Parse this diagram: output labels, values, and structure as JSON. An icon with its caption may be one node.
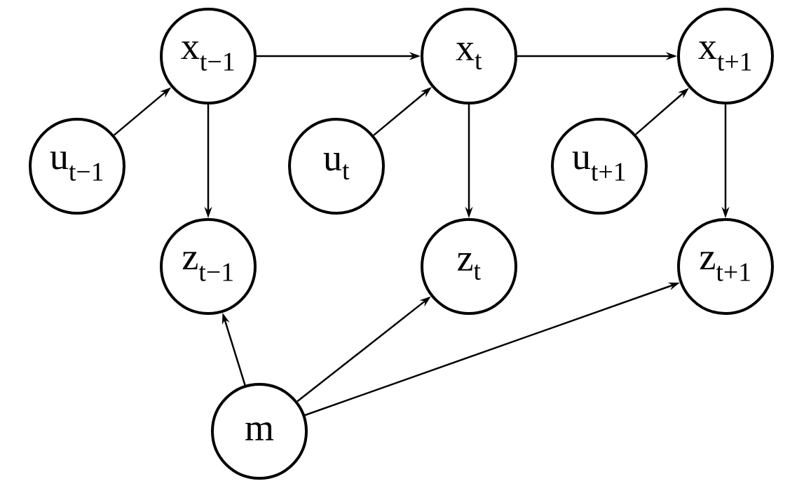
{
  "diagram": {
    "nodes": [
      {
        "text": [
          "x$_{t−1}$"
        ]
      },
      {
        "text": [
          "x$_{t}$"
        ]
      },
      {
        "text": [
          "x$_{t+1}$"
        ]
      },
      {
        "text": [
          "u$_{t−1}$"
        ]
      },
      {
        "text": [
          "u$_{t}$"
        ]
      },
      {
        "text": [
          "u$_{t+1}$"
        ]
      },
      {
        "text": [
          "z$_{t−1}$"
        ]
      },
      {
        "text": [
          "z$_{t}$"
        ]
      },
      {
        "text": [
          "z$_{t+1}$"
        ]
      },
      {
        "text": [
          "m"
        ]
      }
    ],
    "edges": [
      {
        "from": 0,
        "to": 1,
        "arrow": "to"
      },
      {
        "from": 1,
        "to": 2,
        "arrow": "to"
      },
      {
        "from": 3,
        "to": 0,
        "arrow": "to"
      },
      {
        "from": 4,
        "to": 1,
        "arrow": "to"
      },
      {
        "from": 5,
        "to": 2,
        "arrow": "to"
      },
      {
        "from": 0,
        "to": 6,
        "arrow": "to"
      },
      {
        "from": 1,
        "to": 7,
        "arrow": "to"
      },
      {
        "from": 2,
        "to": 8,
        "arrow": "to"
      },
      {
        "from": 9,
        "to": 6,
        "arrow": "to"
      },
      {
        "from": 9,
        "to": 7,
        "arrow": "to"
      },
      {
        "from": 9,
        "to": 8,
        "arrow": "to"
      }
    ]
  }
}
